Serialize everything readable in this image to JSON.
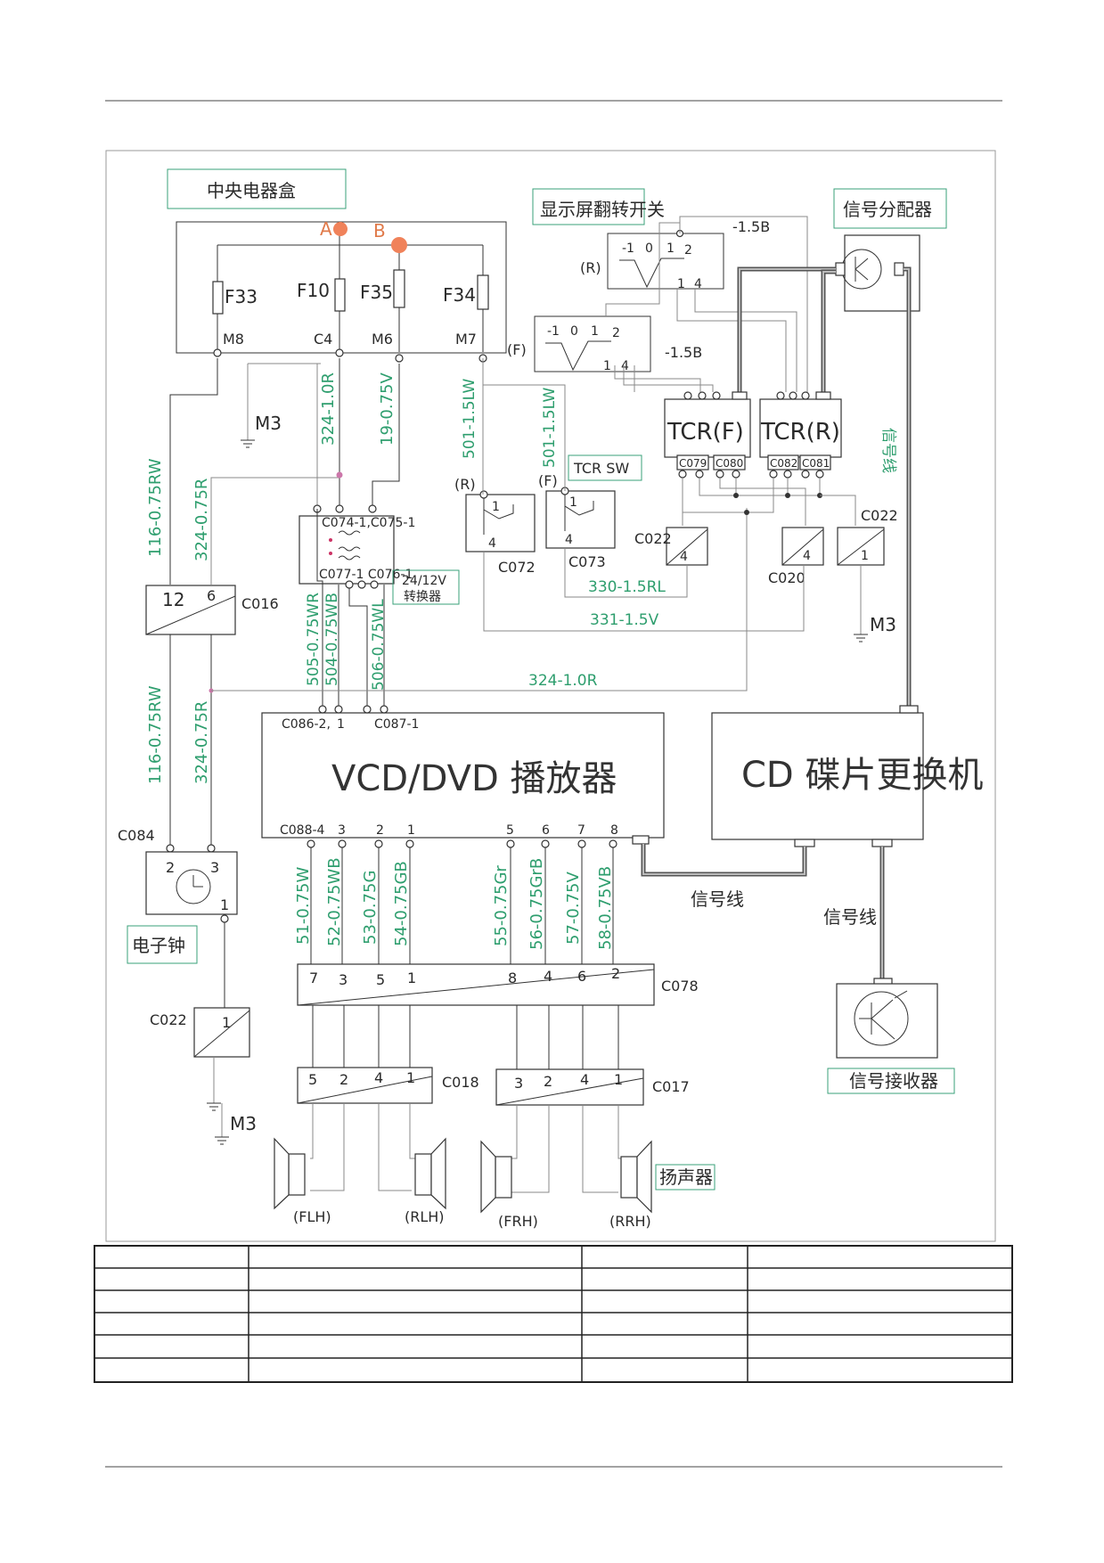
{
  "labels": {
    "central_box": "中央电器盒",
    "display_switch": "显示屏翻转开关",
    "signal_distributor": "信号分配器",
    "tcr_sw": "TCR SW",
    "converter_v": "24/12V",
    "converter_name": "转换器",
    "player": "VCD/DVD 播放器",
    "cd_changer": "CD 碟片更换机",
    "clock": "电子钟",
    "signal_receiver": "信号接收器",
    "speaker": "扬声器",
    "signal_line": "信号线"
  },
  "points": {
    "a": "A",
    "b": "B"
  },
  "fuses": [
    "F33",
    "F10",
    "F35",
    "F34"
  ],
  "terminals": [
    "M8",
    "C4",
    "M6",
    "M7"
  ],
  "connectors": {
    "c016": "C016",
    "c072": "C072",
    "c073": "C073",
    "c022": "C022",
    "c020": "C020",
    "c084": "C084",
    "c078": "C078",
    "c018": "C018",
    "c017": "C017",
    "c074": "C074-1,C075-1",
    "c077": "C077-1 C076-1",
    "c086": "C086-2,",
    "c087": "C087-1",
    "c088": "C088-4",
    "c079": "C079",
    "c080": "C080",
    "c082": "C082",
    "c081": "C081",
    "tcr_f": "TCR(F)",
    "tcr_r": "TCR(R)",
    "r": "(R)",
    "f": "(F)",
    "m3": "M3",
    "minus15b": "-1.5B"
  },
  "wires": {
    "w116": "116-0.75RW",
    "w324": "324-0.75R",
    "w324_1": "324-1.0R",
    "w19": "19-0.75V",
    "w501": "501-1.5LW",
    "w505": "505-0.75WR",
    "w504": "504-0.75WB",
    "w506": "506-0.75WL",
    "w330": "330-1.5RL",
    "w331": "331-1.5V",
    "w51": "51-0.75W",
    "w52": "52-0.75WB",
    "w53": "53-0.75G",
    "w54": "54-0.75GB",
    "w55": "55-0.75Gr",
    "w56": "56-0.75GrB",
    "w57": "57-0.75V",
    "w58": "58-0.75VB"
  },
  "speakers": [
    "(FLH)",
    "(RLH)",
    "(FRH)",
    "(RRH)"
  ],
  "pins": {
    "c016": [
      "12",
      "6"
    ],
    "c084": [
      "2",
      "3",
      "1"
    ],
    "player_top_mid": "1",
    "player_bottom": [
      "3",
      "2",
      "1",
      "5",
      "6",
      "7",
      "8"
    ],
    "c078": [
      "7",
      "3",
      "5",
      "1",
      "8",
      "4",
      "6",
      "2"
    ],
    "c018": [
      "5",
      "2",
      "4",
      "1"
    ],
    "c017": [
      "3",
      "2",
      "4",
      "1"
    ],
    "sw_top": [
      "-1",
      "0",
      "1",
      "2"
    ],
    "sw_bot": [
      "1",
      "4"
    ],
    "relay": [
      "1",
      "4"
    ],
    "conn4": "4",
    "conn1": "1"
  },
  "colors": {
    "wire_label": "#2e9e6e",
    "ab_point": "#f0825a",
    "line": "#333333"
  }
}
